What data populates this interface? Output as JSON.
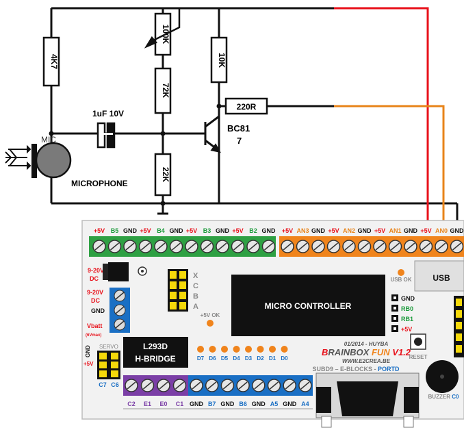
{
  "schematic": {
    "resistors": {
      "r4k7": "4K7",
      "r100k": "100K",
      "r72k": "72K",
      "r22k": "22K",
      "r10k": "10K",
      "r220": "220R"
    },
    "capacitor": "1uF 10V",
    "transistor_line1": "BC81",
    "transistor_line2": "7",
    "mic_label": "MIC",
    "microphone_label": "MICROPHONE"
  },
  "board": {
    "header_left": [
      {
        "text": "+5V",
        "color": "#e8101a"
      },
      {
        "text": "B5",
        "color": "#1a9a3a"
      },
      {
        "text": "GND",
        "color": "#111111"
      },
      {
        "text": "+5V",
        "color": "#e8101a"
      },
      {
        "text": "B4",
        "color": "#1a9a3a"
      },
      {
        "text": "GND",
        "color": "#111111"
      },
      {
        "text": "+5V",
        "color": "#e8101a"
      },
      {
        "text": "B3",
        "color": "#1a9a3a"
      },
      {
        "text": "GND",
        "color": "#111111"
      },
      {
        "text": "+5V",
        "color": "#e8101a"
      },
      {
        "text": "B2",
        "color": "#1a9a3a"
      },
      {
        "text": "GND",
        "color": "#111111"
      }
    ],
    "header_right": [
      {
        "text": "+5V",
        "color": "#e8101a"
      },
      {
        "text": "AN3",
        "color": "#e8841a"
      },
      {
        "text": "GND",
        "color": "#111111"
      },
      {
        "text": "+5V",
        "color": "#e8101a"
      },
      {
        "text": "AN2",
        "color": "#e8841a"
      },
      {
        "text": "GND",
        "color": "#111111"
      },
      {
        "text": "+5V",
        "color": "#e8101a"
      },
      {
        "text": "AN1",
        "color": "#e8841a"
      },
      {
        "text": "GND",
        "color": "#111111"
      },
      {
        "text": "+5V",
        "color": "#e8101a"
      },
      {
        "text": "AN0",
        "color": "#e8841a"
      },
      {
        "text": "GND",
        "color": "#111111"
      }
    ],
    "dc_label_1": "9-20V",
    "dc_label_2": "DC",
    "blue_term_1": "9-20V",
    "blue_term_2": "DC",
    "blue_term_3": "GND",
    "blue_term_4": "Vbatt",
    "blue_term_5": "(6Vmax)",
    "xcba": [
      "X",
      "C",
      "B",
      "A"
    ],
    "plus5v_ok": "+5V OK",
    "mcu_label": "MICRO CONTROLLER",
    "usb_ok": "USB OK",
    "usb": "USB",
    "port_pins": [
      "GND",
      "RB0",
      "RB1",
      "+5V"
    ],
    "hbridge_1": "L293D",
    "hbridge_2": "H-BRIDGE",
    "servo": "SERVO",
    "servo_side": [
      "GND",
      "+5V"
    ],
    "servo_bottom": [
      "C7",
      "C6"
    ],
    "led_labels": [
      "D7",
      "D6",
      "D5",
      "D4",
      "D3",
      "D2",
      "D1",
      "D0"
    ],
    "brand_date": "01/2014 - HUYBA",
    "brand_b": "B",
    "brand_rainbox": "RAINBOX",
    "brand_fun": "FUN",
    "brand_ver": "V1.2",
    "brand_url": "WWW.E2CREA.BE",
    "reset": "RESET",
    "subd_text": "SUBD9 – E-BLOCKS -",
    "subd_port": "PORTD",
    "buzzer": "BUZZER",
    "buzzer_pin": "C0",
    "purple_labels": [
      "C2",
      "E1",
      "E0",
      "C1"
    ],
    "blue_bottom_labels": [
      "GND",
      "B7",
      "GND",
      "B6",
      "GND",
      "A5",
      "GND",
      "A4"
    ]
  }
}
